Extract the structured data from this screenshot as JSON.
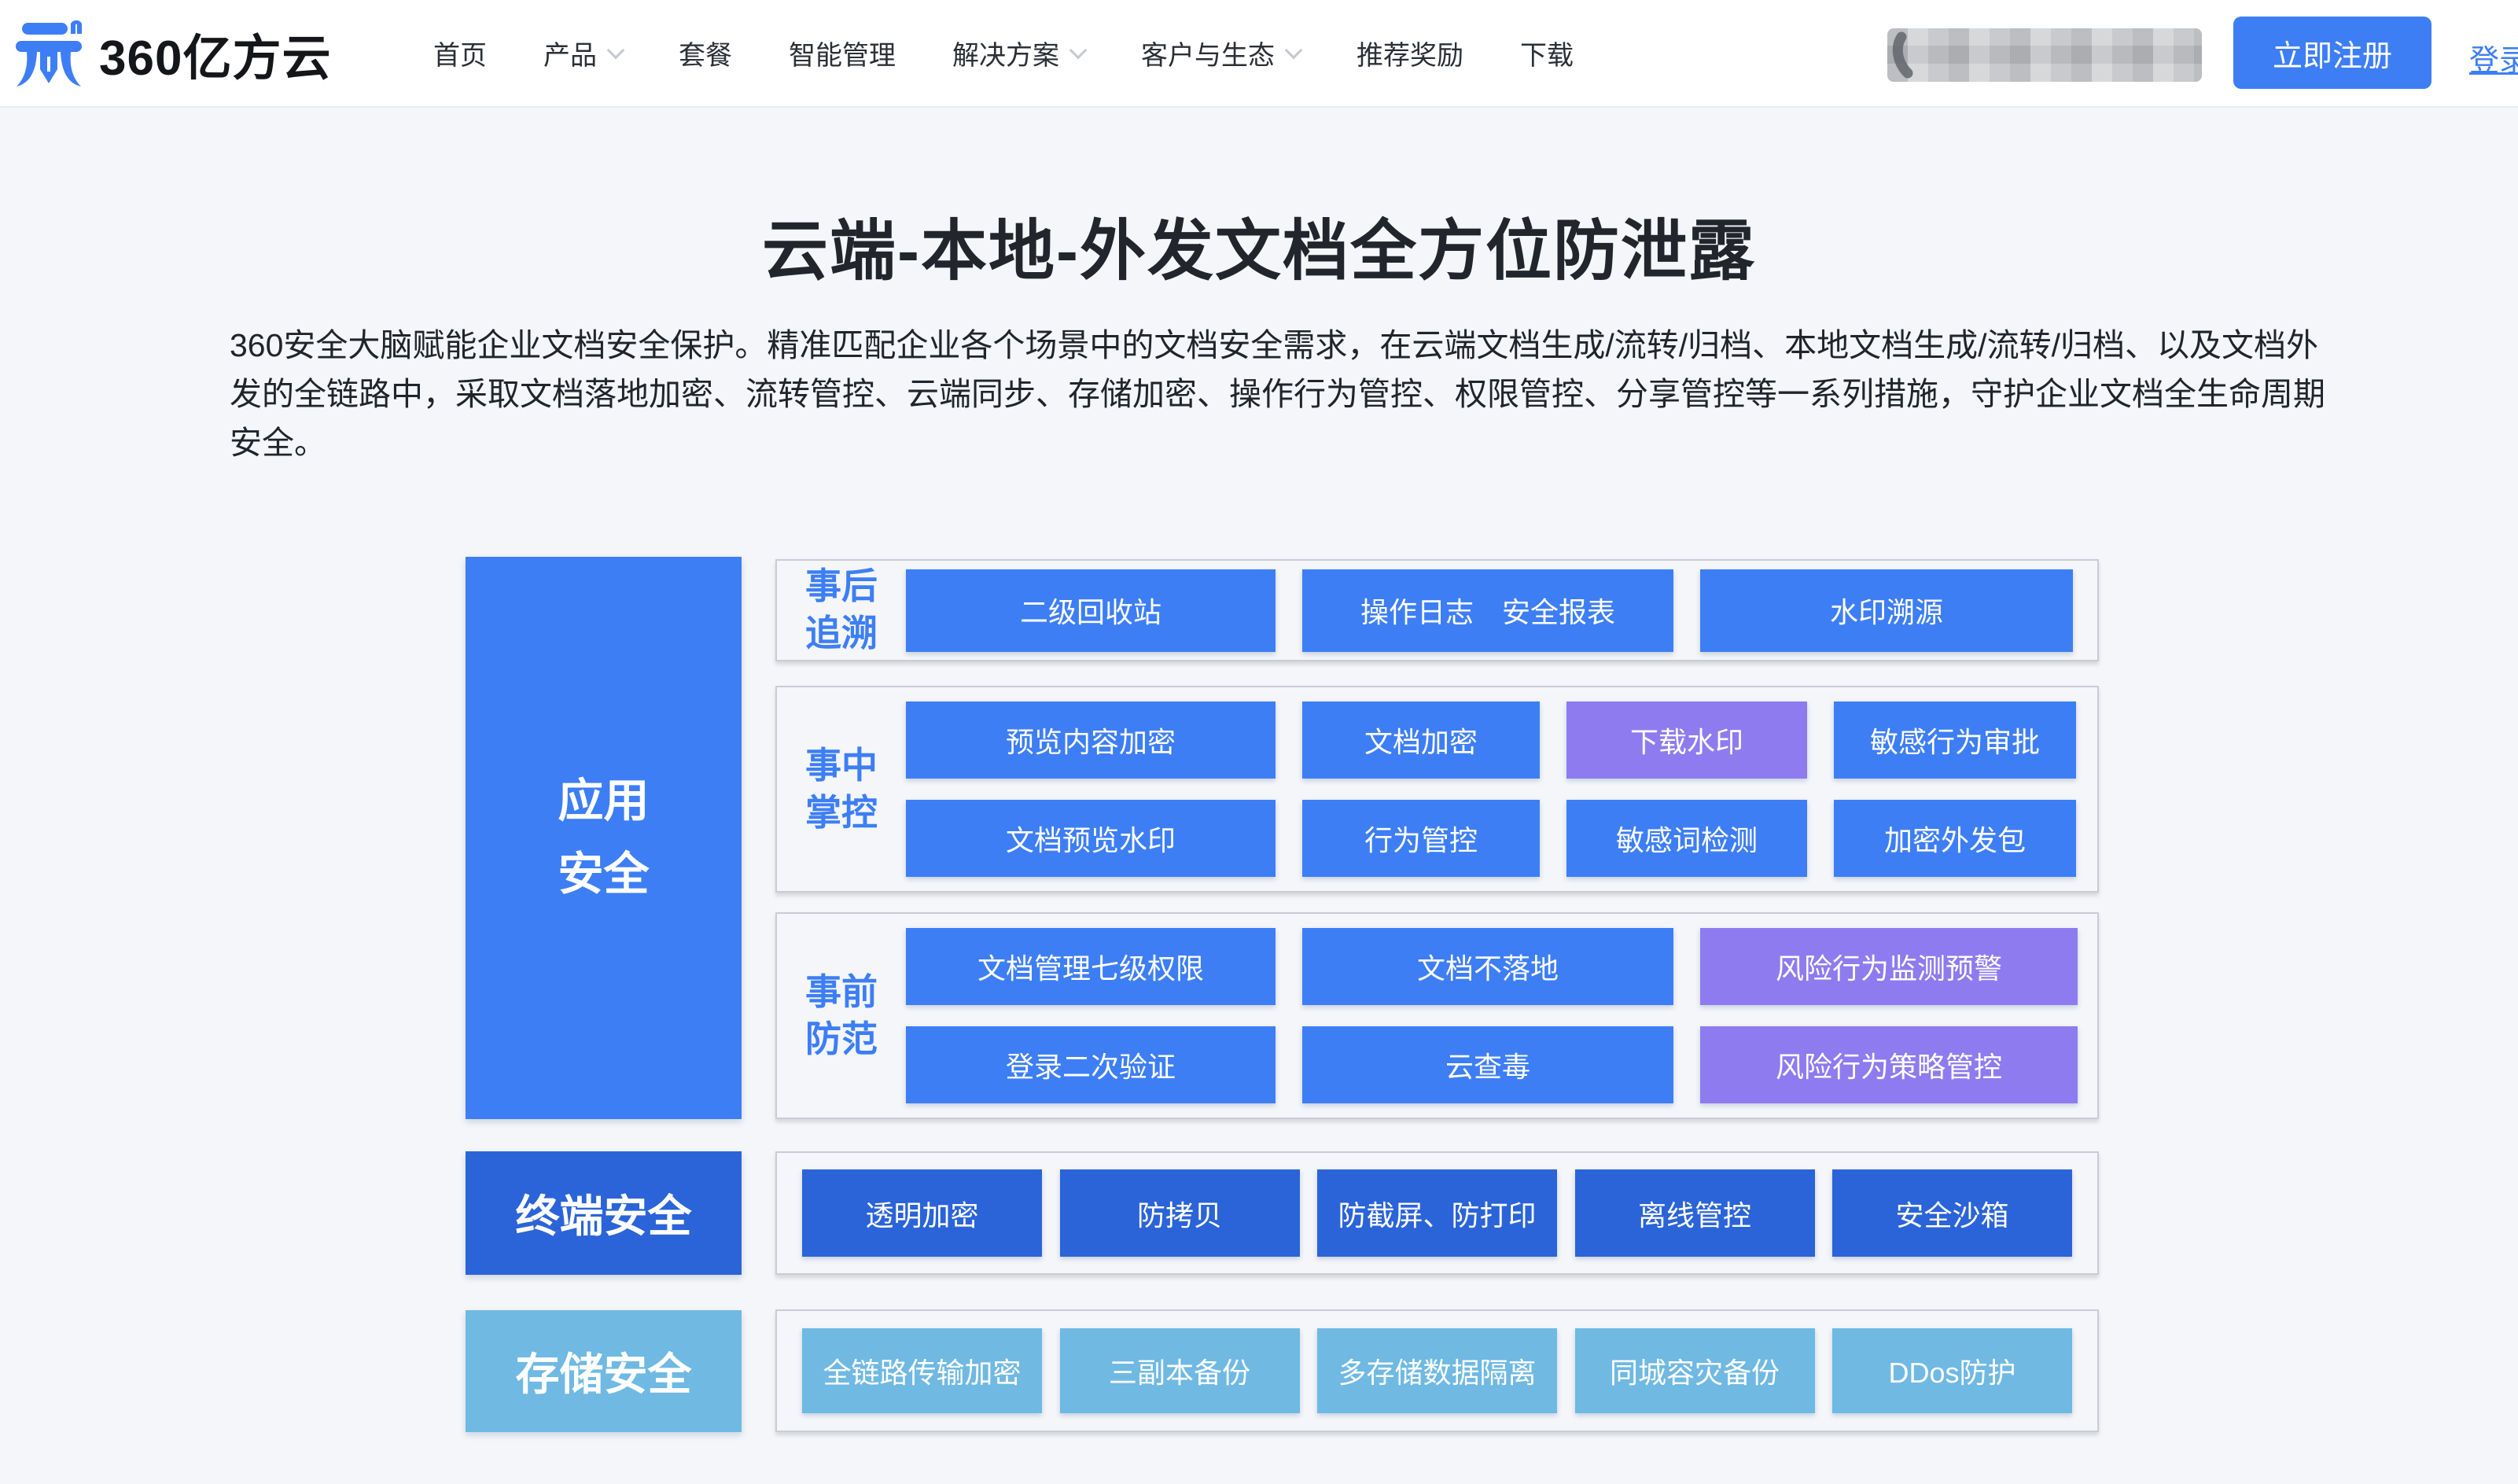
{
  "header": {
    "logo_text": "360亿方云",
    "nav": [
      {
        "label": "首页",
        "chevron": false
      },
      {
        "label": "产品",
        "chevron": true
      },
      {
        "label": "套餐",
        "chevron": false
      },
      {
        "label": "智能管理",
        "chevron": false
      },
      {
        "label": "解决方案",
        "chevron": true
      },
      {
        "label": "客户与生态",
        "chevron": true
      },
      {
        "label": "推荐奖励",
        "chevron": false
      },
      {
        "label": "下载",
        "chevron": false
      }
    ],
    "phone_masked": true,
    "register_label": "立即注册",
    "login_label": "登录"
  },
  "hero": {
    "title": "云端-本地-外发文档全方位防泄露",
    "description": "360安全大脑赋能企业文档安全保护。精准匹配企业各个场景中的文档安全需求，在云端文档生成/流转/归档、本地文档生成/流转/归档、以及文档外发的全链路中，采取文档落地加密、流转管控、云端同步、存储加密、操作行为管控、权限管控、分享管控等一系列措施，守护企业文档全生命周期安全。"
  },
  "diagram": {
    "categories": [
      {
        "label": "应用\n安全"
      },
      {
        "label": "终端安全"
      },
      {
        "label": "存储安全"
      }
    ],
    "groups": [
      {
        "label": "事后\n追溯",
        "rows": [
          [
            "二级回收站",
            "操作日志　安全报表",
            "水印溯源"
          ]
        ]
      },
      {
        "label": "事中\n掌控",
        "rows": [
          [
            "预览内容加密",
            "文档加密",
            "下载水印",
            "敏感行为审批"
          ],
          [
            "文档预览水印",
            "行为管控",
            "敏感词检测",
            "加密外发包"
          ]
        ]
      },
      {
        "label": "事前\n防范",
        "rows": [
          [
            "文档管理七级权限",
            "文档不落地",
            "风险行为监测预警"
          ],
          [
            "登录二次验证",
            "云查毒",
            "风险行为策略管控"
          ]
        ]
      },
      {
        "label": "",
        "rows": [
          [
            "透明加密",
            "防拷贝",
            "防截屏、防打印",
            "离线管控",
            "安全沙箱"
          ]
        ]
      },
      {
        "label": "",
        "rows": [
          [
            "全链路传输加密",
            "三副本备份",
            "多存储数据隔离",
            "同城容灾备份",
            "DDos防护"
          ]
        ]
      }
    ]
  },
  "icons": {
    "logo": "fangcloud-logo-icon",
    "chevron": "chevron-down-icon",
    "phone": "phone-handset-icon"
  },
  "colors": {
    "primary_blue": "#3D7EF5",
    "purple": "#8E7BEF",
    "dark_blue": "#2B64D8",
    "light_blue": "#6FB9E3",
    "page_background": "#F4F6F9",
    "header_background": "#FFFFFF",
    "title_text": "#22262C"
  }
}
